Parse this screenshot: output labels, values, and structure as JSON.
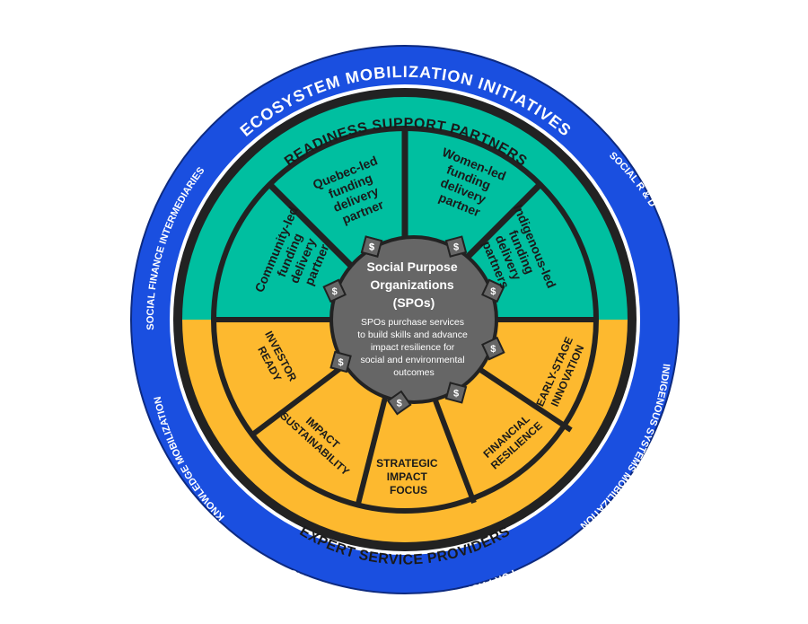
{
  "outer_ring": {
    "title": "ECOSYSTEM MOBILIZATION INITIATIVES",
    "items": [
      "SOCIAL R & D",
      "INDIGENOUS SYSTEMS MOBILIZATION",
      "FOR-PROFIT MISSION-DRIVEN ACCELERATORS",
      "KNOWLEDGE MOBILIZATION",
      "SOCIAL FINANCE INTERMEDIARIES"
    ]
  },
  "readiness": {
    "title": "READINESS SUPPORT PARTNERS",
    "color": "#00BFA0",
    "sectors": [
      [
        "Community-led",
        "funding",
        "delivery",
        "partner"
      ],
      [
        "Quebec-led",
        "funding",
        "delivery",
        "partner"
      ],
      [
        "Women-led",
        "funding",
        "delivery",
        "partner"
      ],
      [
        "Indigenous-led",
        "funding",
        "delivery",
        "partners"
      ]
    ]
  },
  "expert": {
    "title": "EXPERT SERVICE PROVIDERS",
    "color": "#FDB92F",
    "sectors": [
      [
        "INVESTOR",
        "READY"
      ],
      [
        "IMPACT",
        "SUSTAINABILITY"
      ],
      [
        "STRATEGIC",
        "IMPACT",
        "FOCUS"
      ],
      [
        "FINANCIAL",
        "RESILIENCE"
      ],
      [
        "EARLY-STAGE",
        "INNOVATION"
      ]
    ]
  },
  "center": {
    "title_lines": [
      "Social Purpose",
      "Organizations",
      "(SPOs)"
    ],
    "description_lines": [
      "SPOs purchase services",
      "to build skills and advance",
      "impact resilience for",
      "social and environmental",
      "outcomes"
    ],
    "symbol": "$"
  },
  "colors": {
    "outer_ring": "#1A4FE0",
    "dark_ring": "#222222",
    "gear": "#666666"
  }
}
